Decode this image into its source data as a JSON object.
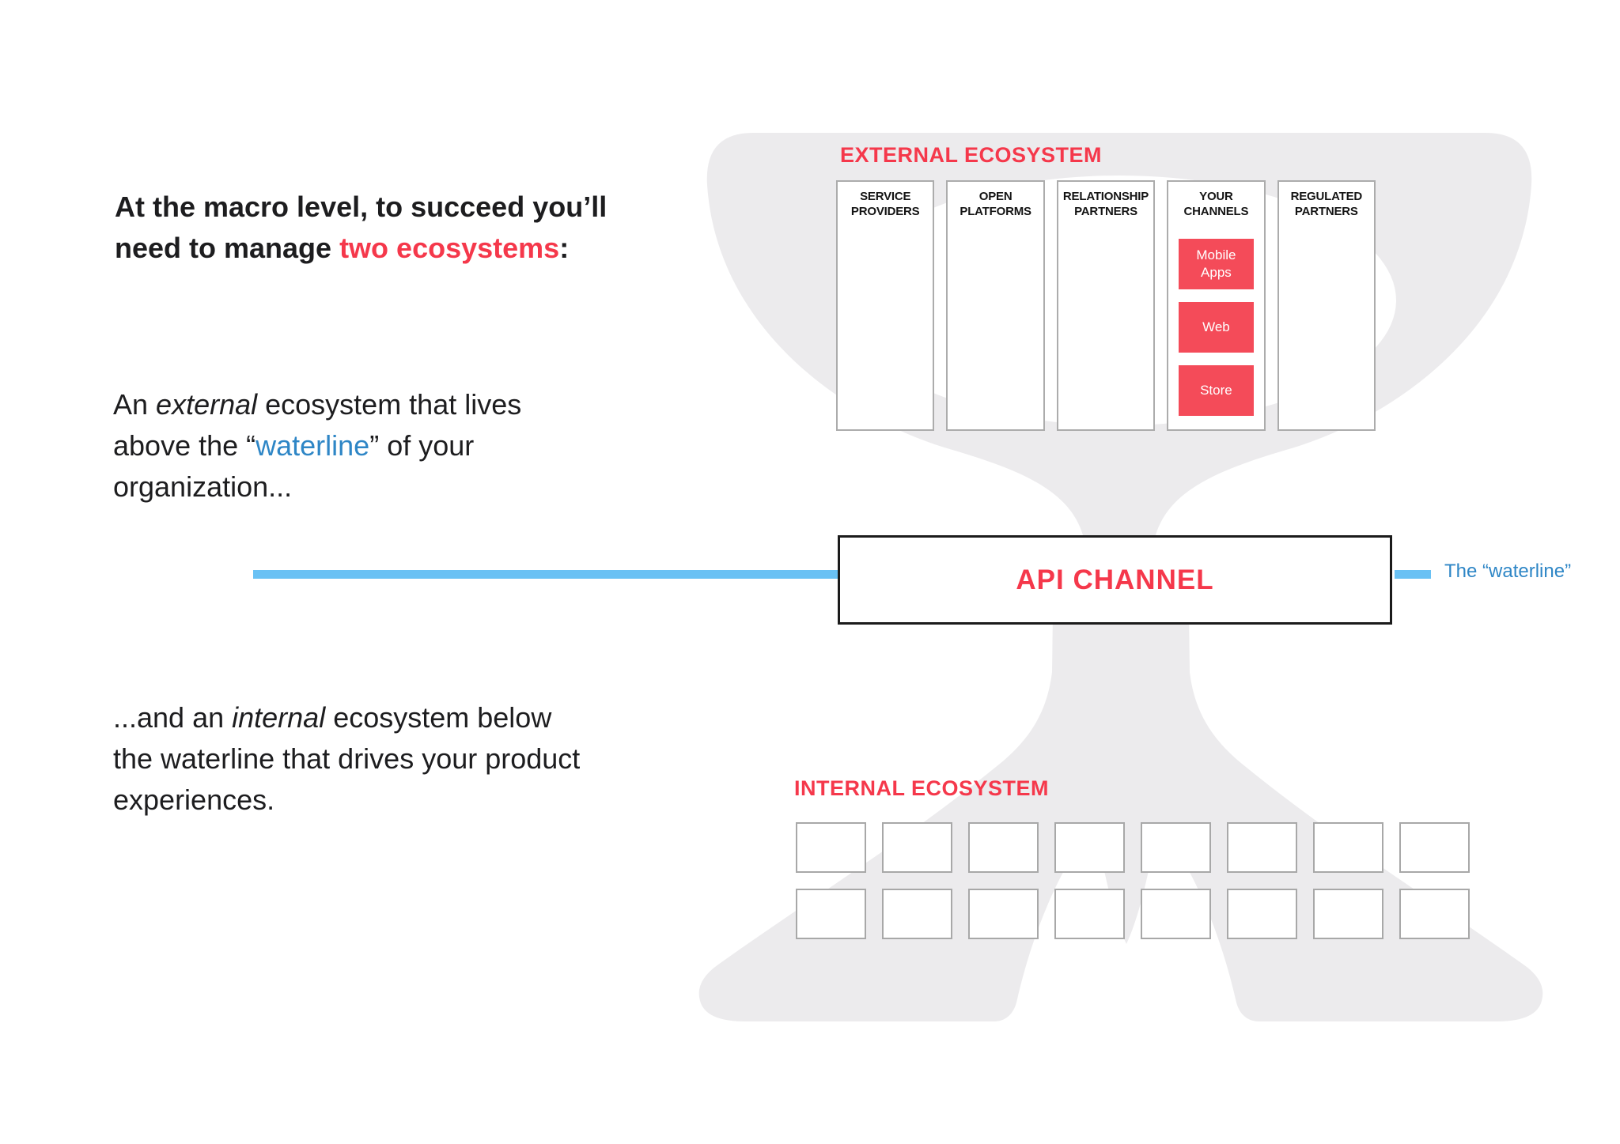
{
  "palette": {
    "red_text": "#F5384B",
    "red_box": "#F44B59",
    "blue_line": "#69C1F4",
    "blue_text": "#2E86C6",
    "shape_gray": "#ECEBED"
  },
  "paragraphs": {
    "p1": {
      "l1": "At the macro level, to succeed you’ll",
      "l2a": "need to manage ",
      "l2b": "two ecosystems",
      "l2c": ":"
    },
    "p2": {
      "l1a": "An ",
      "l1b": "external",
      "l1c": " ecosystem that lives",
      "l2a": "above the “",
      "l2b": "waterline",
      "l2c": "” of your",
      "l3": "organization..."
    },
    "p3": {
      "l1a": "...and an ",
      "l1b": "internal",
      "l1c": " ecosystem below",
      "l2": "the waterline that drives your product",
      "l3": "experiences."
    }
  },
  "external": {
    "label": "EXTERNAL ECOSYSTEM",
    "columns": [
      {
        "label": "SERVICE PROVIDERS"
      },
      {
        "label": "OPEN PLATFORMS"
      },
      {
        "label": "RELATIONSHIP PARTNERS"
      },
      {
        "label": "YOUR CHANNELS",
        "channels": [
          "Mobile Apps",
          "Web",
          "Store"
        ]
      },
      {
        "label": "REGULATED PARTNERS"
      }
    ]
  },
  "api_channel": {
    "label": "API CHANNEL"
  },
  "waterline": {
    "label": "The “waterline”"
  },
  "internal": {
    "label": "INTERNAL ECOSYSTEM"
  }
}
